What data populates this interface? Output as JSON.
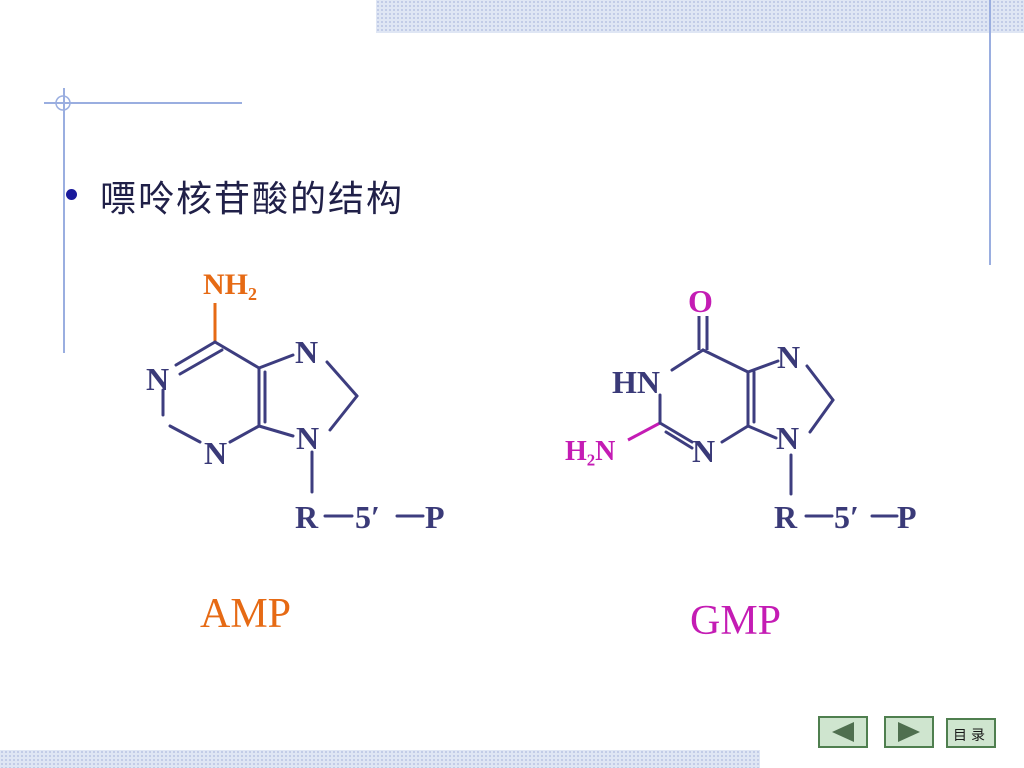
{
  "slide": {
    "title": "嘌呤核苷酸的结构"
  },
  "molecules": {
    "amp": {
      "name": "AMP",
      "name_color": "#e66a14",
      "substituent": "NH₂",
      "substituent_color": "#e66a14",
      "ring_atoms": [
        "N",
        "N",
        "N",
        "N"
      ],
      "sugar": "R",
      "position": "5′",
      "phosphate": "P"
    },
    "gmp": {
      "name": "GMP",
      "name_color": "#c41cb4",
      "substituent_top": "O",
      "substituent_top_color": "#c41cb4",
      "substituent_amino": "H₂N",
      "substituent_amino_color": "#c41cb4",
      "ring_nh": "HN",
      "ring_atoms": [
        "N",
        "N",
        "N"
      ],
      "sugar": "R",
      "position": "5′",
      "phosphate": "P"
    }
  },
  "colors": {
    "bond": "#3d3d7f",
    "atom_text": "#3a3a78"
  },
  "nav": {
    "prev_icon": "triangle-left-icon",
    "next_icon": "triangle-right-icon",
    "menu_label": "目录"
  }
}
